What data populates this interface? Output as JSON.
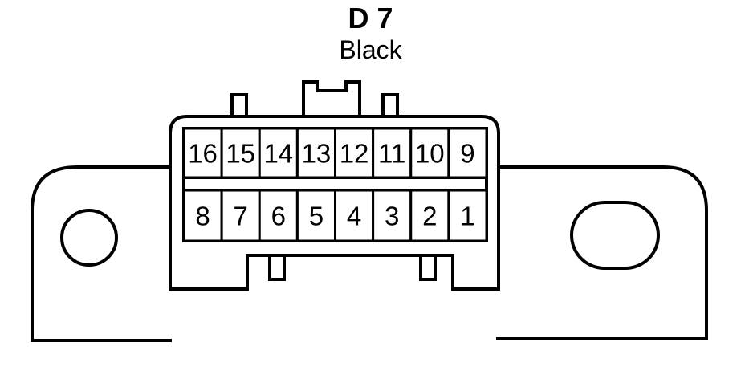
{
  "connector": {
    "id": "D 7",
    "color": "Black"
  },
  "pins": {
    "top_row": [
      "16",
      "15",
      "14",
      "13",
      "12",
      "11",
      "10",
      "9"
    ],
    "bottom_row": [
      "8",
      "7",
      "6",
      "5",
      "4",
      "3",
      "2",
      "1"
    ]
  },
  "colors": {
    "stroke": "#000000",
    "background": "#ffffff"
  }
}
